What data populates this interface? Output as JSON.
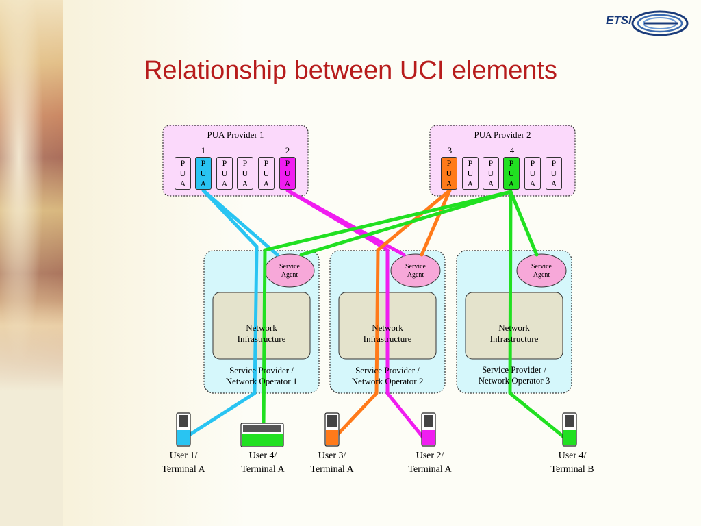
{
  "title": "Relationship between UCI elements",
  "logo": "ETSI",
  "providers": [
    {
      "label": "PUA Provider 1",
      "numbers": [
        "1",
        "2"
      ]
    },
    {
      "label": "PUA Provider 2",
      "numbers": [
        "3",
        "4"
      ]
    }
  ],
  "pua_text": [
    "P",
    "U",
    "A"
  ],
  "service_agent": "Service Agent",
  "network": [
    "Network",
    "Infrastructure"
  ],
  "operators": [
    {
      "line1": "Service Provider /",
      "line2": "Network Operator 1"
    },
    {
      "line1": "Service Provider /",
      "line2": "Network Operator 2"
    },
    {
      "line1": "Service Provider /",
      "line2": "Network Operator 3"
    }
  ],
  "terminals": [
    {
      "line1": "User 1/",
      "line2": "Terminal A",
      "color": "#29c4f2"
    },
    {
      "line1": "User 4/",
      "line2": "Terminal A",
      "color": "#21e021"
    },
    {
      "line1": "User 3/",
      "line2": "Terminal A",
      "color": "#ff7a1a"
    },
    {
      "line1": "User 2/",
      "line2": "Terminal A",
      "color": "#f01df0"
    },
    {
      "line1": "User 4/",
      "line2": "Terminal B",
      "color": "#21e021"
    }
  ],
  "colors": {
    "cyan": "#29c4f2",
    "magenta": "#f01df0",
    "orange": "#ff7a1a",
    "green": "#21e021",
    "provider_fill": "#fbd9fb",
    "operator_fill": "#d5f7fb",
    "agent_fill": "#f7a8d9",
    "network_fill": "#e4e3cc",
    "title": "#b71c1c"
  }
}
